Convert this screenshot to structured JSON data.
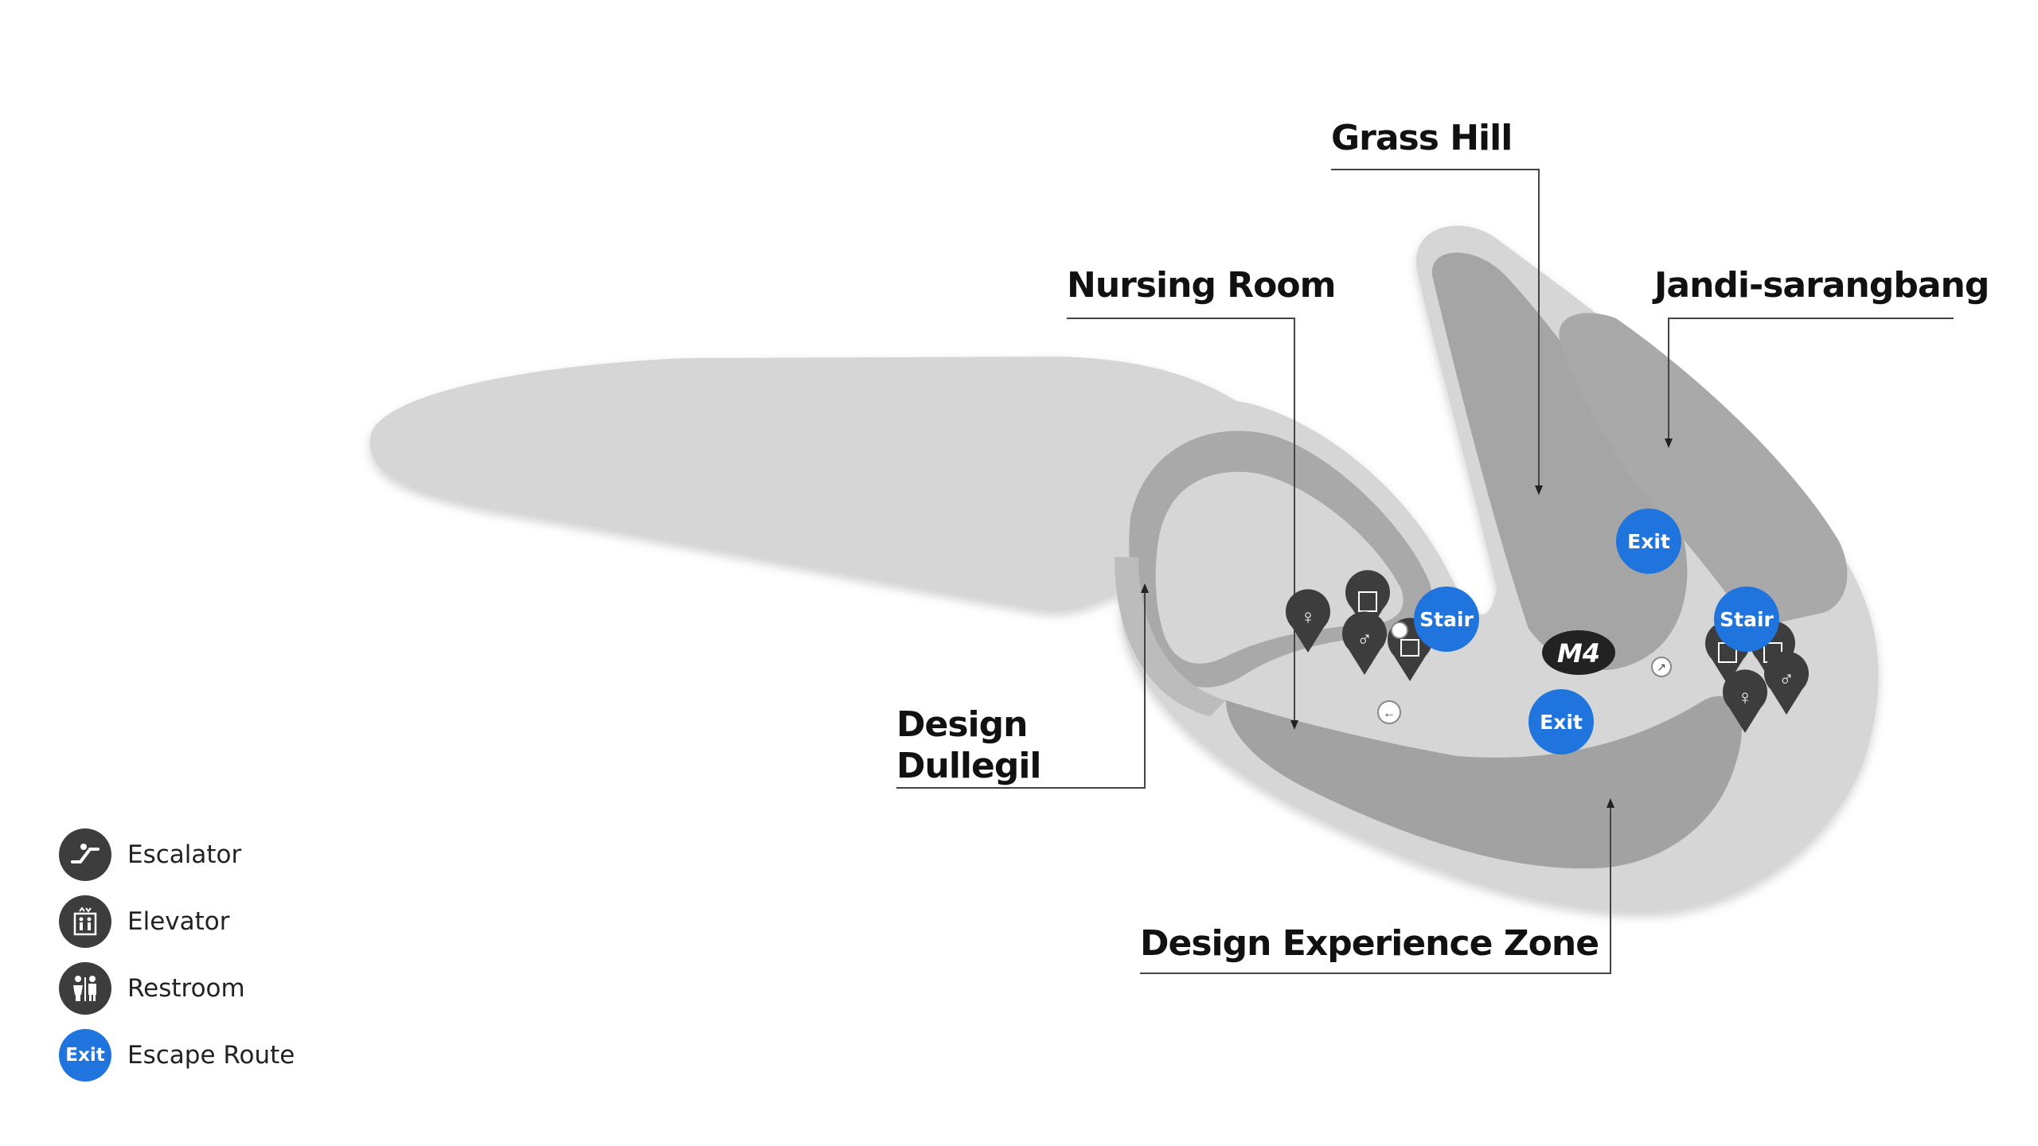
{
  "zones": {
    "grass_hill": "Grass Hill",
    "nursing_room": "Nursing Room",
    "jandi_sarangbang": "Jandi-sarangbang",
    "design_dullegil_line1": "Design",
    "design_dullegil_line2": "Dullegil",
    "design_experience_zone": "Design Experience Zone"
  },
  "map_markers": {
    "stair": "Stair",
    "exit": "Exit",
    "floor": "M4"
  },
  "legend": [
    {
      "label": "Escalator",
      "icon": "escalator-icon"
    },
    {
      "label": "Elevator",
      "icon": "elevator-icon"
    },
    {
      "label": "Restroom",
      "icon": "restroom-icon"
    },
    {
      "label": "Escape Route",
      "icon": "exit-icon",
      "badge": "Exit"
    }
  ],
  "colors": {
    "exit_blue": "#1f75dd",
    "floor_light": "#d3d3d3",
    "floor_dark": "#a2a2a2",
    "marker_dark": "#3d3d3d"
  }
}
